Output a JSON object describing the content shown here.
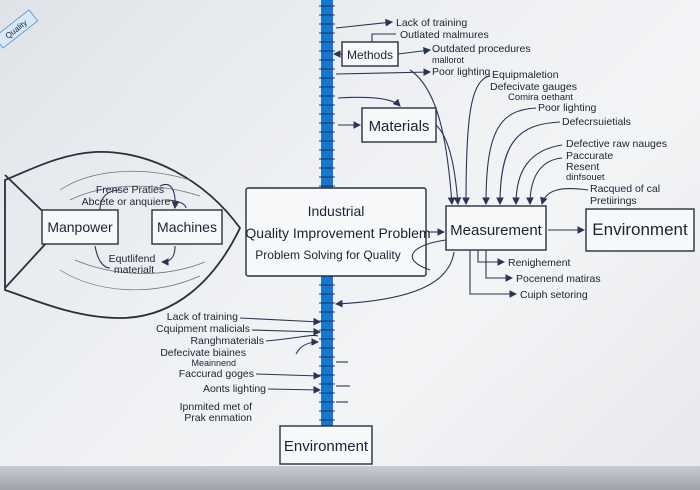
{
  "corner_text": "Quality",
  "boxes": {
    "methods": "Methods",
    "materials": "Materials",
    "manpower": "Manpower",
    "machines": "Machines",
    "problem_title_1": "Industrial",
    "problem_title_2": "Quality Improvement Problem",
    "problem_subtitle": "Problem Solving for Quality",
    "measurement": "Measurement",
    "environment_right": "Environment",
    "environment_bottom": "Environment"
  },
  "fish_labels": {
    "top_1": "Frense Praties",
    "top_2": "Abcete or anquiere",
    "bottom_1": "Equtlifend",
    "bottom_2": "materialt"
  },
  "top_causes": [
    "Lack of training",
    "Outlated malmures",
    "Outdated procedures",
    "mallorot",
    "Poor lighting",
    "Equipmaletion",
    "Defecivate gauges",
    "Comira oethant",
    "Poor lighting",
    "Defecrsuietials",
    "Defective raw nauges",
    "Paccurate",
    "Resent",
    "dinfsouet",
    "Racqued of cal",
    "Pretiirings"
  ],
  "right_causes": [
    "Renighement",
    "Pocenend matiras",
    "Cuiph setoring"
  ],
  "bottom_causes": [
    "Lack of training",
    "Cquipment malicials",
    "Ranghmaterials",
    "Defecivate biaines",
    "Meainnend",
    "Faccurad goges",
    "Aonts lighting",
    "Ipnmited met of",
    "Prak enmation"
  ]
}
